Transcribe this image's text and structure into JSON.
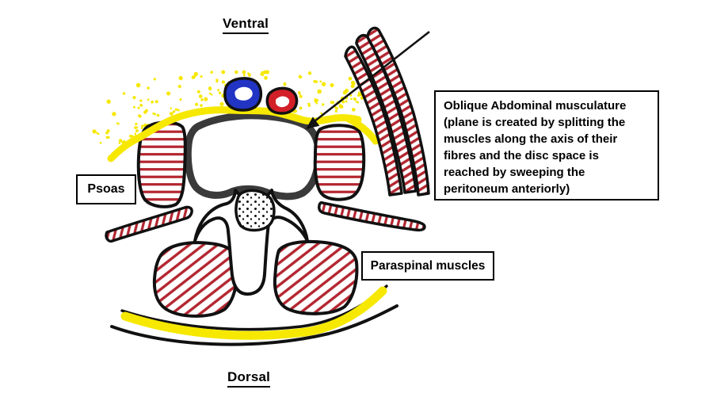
{
  "orientation": {
    "top_label": "Ventral",
    "bottom_label": "Dorsal"
  },
  "labels": {
    "psoas": "Psoas",
    "paraspinal": "Paraspinal muscles",
    "oblique": "Oblique Abdominal musculature\n(plane is created by splitting the\nmuscles along the axis of their\nfibres and the disc space is\nreached by sweeping the\nperitoneum anteriorly)"
  },
  "colors": {
    "ink": "#111111",
    "disc_outline": "#3a3a3a",
    "muscle_hatch": "#b3252f",
    "fat_yellow": "#f6e800",
    "vein_blue": "#2134c4",
    "artery_red": "#d21f28"
  }
}
